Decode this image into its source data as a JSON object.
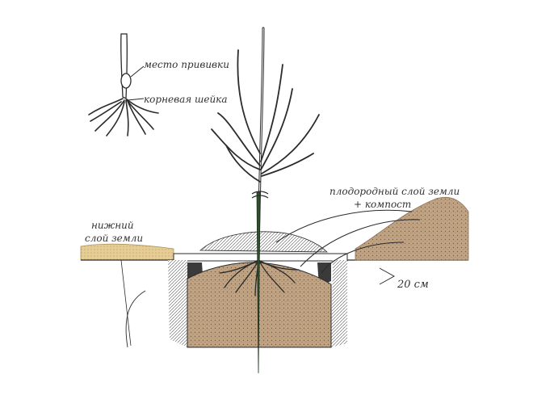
{
  "labels": {
    "graft_site": "место прививки",
    "root_collar": "корневая шейка",
    "fertile_soil_line1": "плодородный слой земли",
    "fertile_soil_line2": "+ компост",
    "lower_soil_line1": "нижний",
    "lower_soil_line2": "слой земли",
    "depth": "20 см"
  },
  "colors": {
    "ink": "#2b2b2b",
    "soil_brown": "#b99a7a",
    "soil_dark": "#8d7055",
    "subsoil_sand": "#e3c98d",
    "stake_green": "#2f4f2f",
    "hole_shadow": "#3a3a3a"
  }
}
